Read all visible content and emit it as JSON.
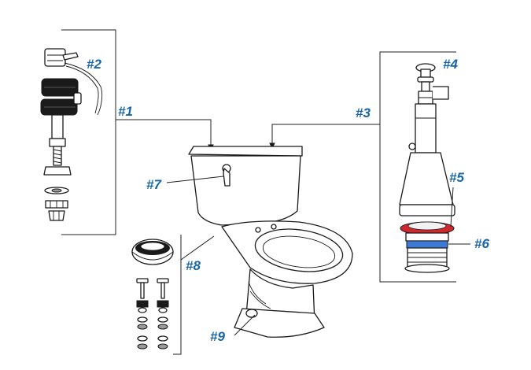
{
  "colors": {
    "callout": "#1565a8",
    "line": "#222222",
    "gasket_red": "#d0282c",
    "gasket_blue": "#3d7ad6"
  },
  "callouts": {
    "c1": "#1",
    "c2": "#2",
    "c3": "#3",
    "c4": "#4",
    "c5": "#5",
    "c6": "#6",
    "c7": "#7",
    "c8": "#8",
    "c9": "#9"
  }
}
